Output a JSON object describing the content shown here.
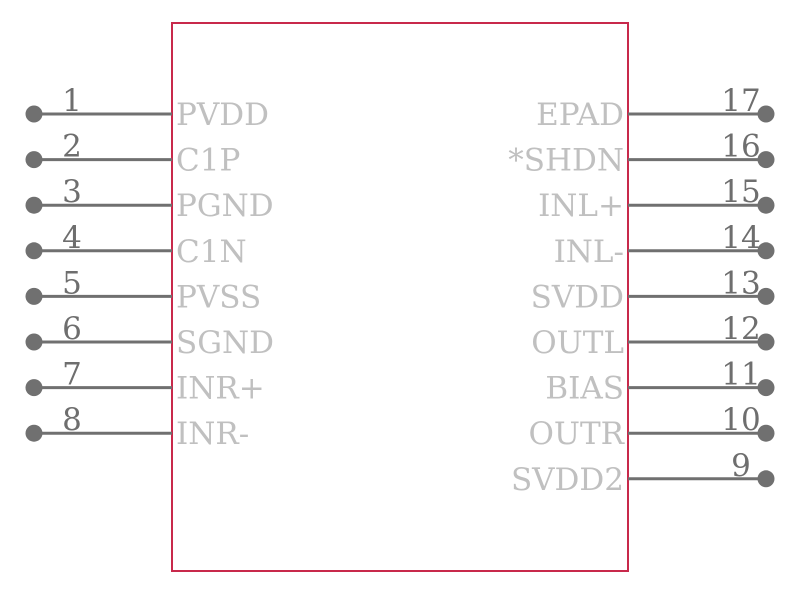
{
  "colors": {
    "body_outline": "#c8294b",
    "pin_line": "#707070",
    "pin_number": "#6e6e6e",
    "pin_name": "#c0c0c0",
    "background": "#ffffff"
  },
  "component": {
    "left_pins": [
      {
        "number": "1",
        "name": "PVDD"
      },
      {
        "number": "2",
        "name": "C1P"
      },
      {
        "number": "3",
        "name": "PGND"
      },
      {
        "number": "4",
        "name": "C1N"
      },
      {
        "number": "5",
        "name": "PVSS"
      },
      {
        "number": "6",
        "name": "SGND"
      },
      {
        "number": "7",
        "name": "INR+"
      },
      {
        "number": "8",
        "name": "INR-"
      }
    ],
    "right_pins": [
      {
        "number": "17",
        "name": "EPAD"
      },
      {
        "number": "16",
        "name": "*SHDN"
      },
      {
        "number": "15",
        "name": "INL+"
      },
      {
        "number": "14",
        "name": "INL-"
      },
      {
        "number": "13",
        "name": "SVDD"
      },
      {
        "number": "12",
        "name": "OUTL"
      },
      {
        "number": "11",
        "name": "BIAS"
      },
      {
        "number": "10",
        "name": "OUTR"
      },
      {
        "number": "9",
        "name": "SVDD2"
      }
    ]
  }
}
